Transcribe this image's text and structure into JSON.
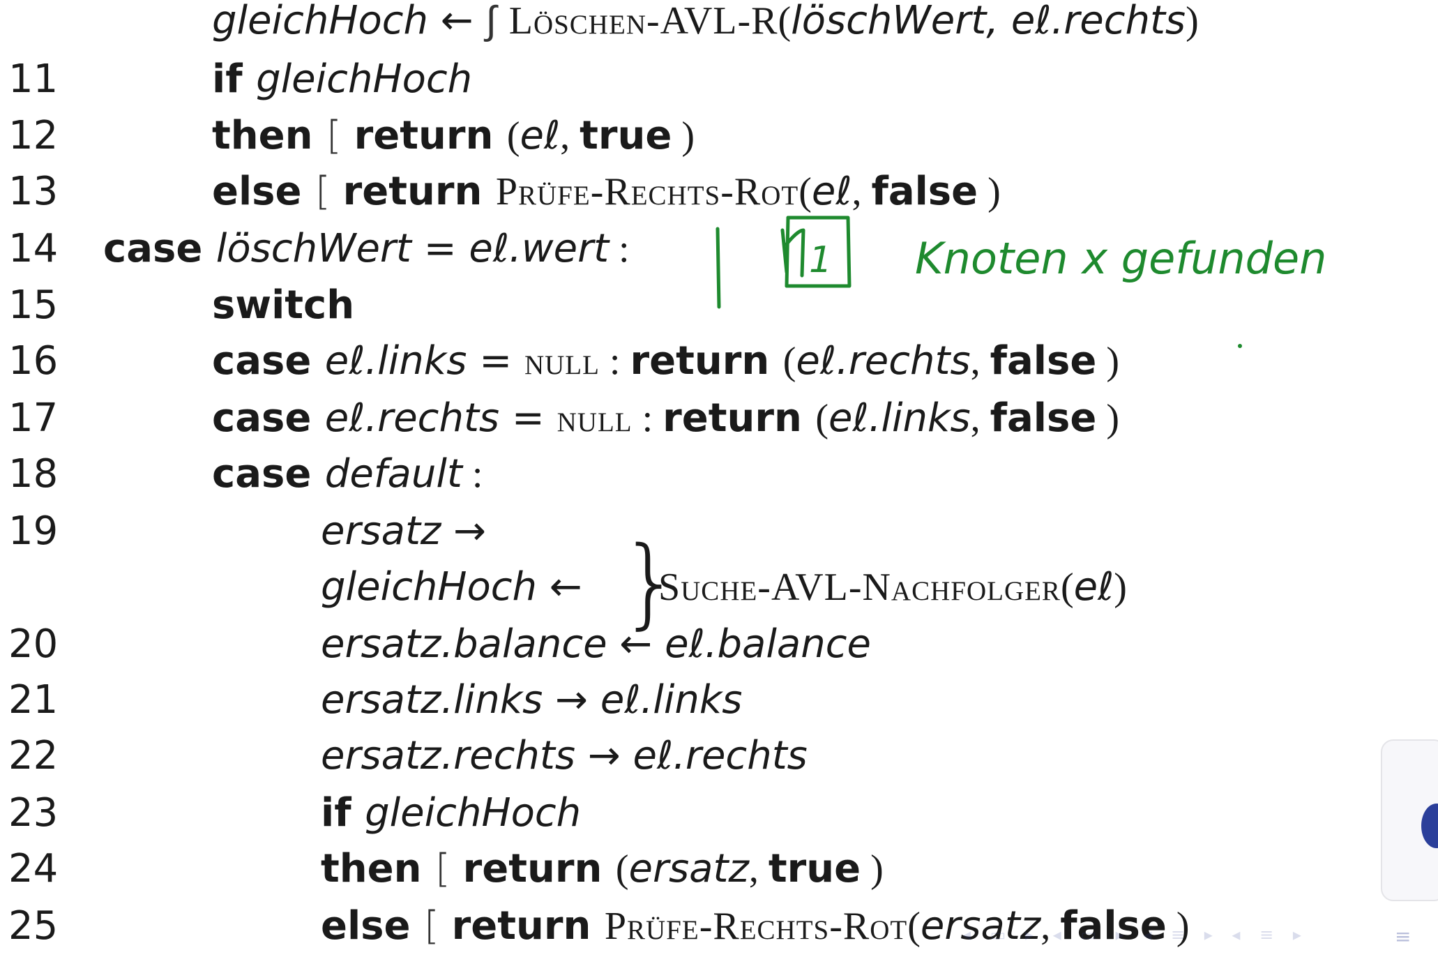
{
  "lines": [
    {
      "num": "",
      "segs": [
        [
          "it",
          "gleichHoch"
        ],
        [
          "sym",
          " ← "
        ],
        [
          "brack",
          "∫ "
        ],
        [
          "sc",
          "Löschen-AVL-R"
        ],
        [
          "rm",
          "("
        ],
        [
          "it",
          "löschWert, eℓ.rechts"
        ],
        [
          "rm",
          ")"
        ]
      ]
    },
    {
      "num": "11",
      "segs": [
        [
          "kw",
          "if "
        ],
        [
          "it",
          "gleichHoch"
        ]
      ]
    },
    {
      "num": "12",
      "segs": [
        [
          "kw",
          "then "
        ],
        [
          "brack",
          "[ "
        ],
        [
          "kw",
          "return "
        ],
        [
          "rm",
          "("
        ],
        [
          "it",
          "eℓ"
        ],
        [
          "rm",
          ", "
        ],
        [
          "kw",
          "true"
        ],
        [
          "rm",
          " )"
        ]
      ]
    },
    {
      "num": "13",
      "segs": [
        [
          "kw",
          "else  "
        ],
        [
          "brack",
          "[ "
        ],
        [
          "kw",
          "return "
        ],
        [
          "sc",
          "Prüfe-Rechts-Rot"
        ],
        [
          "rm",
          "("
        ],
        [
          "it",
          "eℓ"
        ],
        [
          "rm",
          ", "
        ],
        [
          "kw",
          "false"
        ],
        [
          "rm",
          " )"
        ]
      ]
    },
    {
      "num": "14",
      "segs": [
        [
          "kw",
          "case "
        ],
        [
          "it",
          "löschWert"
        ],
        [
          "sym",
          " = "
        ],
        [
          "it",
          "eℓ.wert"
        ],
        [
          "rm",
          " :"
        ]
      ]
    },
    {
      "num": "15",
      "segs": [
        [
          "kw",
          "switch"
        ]
      ]
    },
    {
      "num": "16",
      "segs": [
        [
          "kw",
          "case "
        ],
        [
          "it",
          "eℓ.links"
        ],
        [
          "sym",
          " = "
        ],
        [
          "sc",
          "null"
        ],
        [
          "rm",
          " :   "
        ],
        [
          "kw",
          "return "
        ],
        [
          "rm",
          "("
        ],
        [
          "it",
          "eℓ.rechts"
        ],
        [
          "rm",
          ", "
        ],
        [
          "kw",
          "false"
        ],
        [
          "rm",
          " )"
        ]
      ]
    },
    {
      "num": "17",
      "segs": [
        [
          "kw",
          "case "
        ],
        [
          "it",
          "eℓ.rechts"
        ],
        [
          "sym",
          " = "
        ],
        [
          "sc",
          "null"
        ],
        [
          "rm",
          " :   "
        ],
        [
          "kw",
          "return "
        ],
        [
          "rm",
          "("
        ],
        [
          "it",
          "eℓ.links"
        ],
        [
          "rm",
          ", "
        ],
        [
          "kw",
          "false"
        ],
        [
          "rm",
          " )"
        ]
      ]
    },
    {
      "num": "18",
      "segs": [
        [
          "kw",
          "case "
        ],
        [
          "it",
          "default"
        ],
        [
          "rm",
          " :"
        ]
      ]
    },
    {
      "num": "19",
      "segs": [
        [
          "it",
          "ersatz"
        ],
        [
          "sym",
          " →"
        ]
      ]
    },
    {
      "num": "",
      "segs": [
        [
          "it",
          "gleichHoch"
        ],
        [
          "sym",
          " ←"
        ]
      ]
    },
    {
      "num": "20",
      "segs": [
        [
          "it",
          "ersatz.balance"
        ],
        [
          "sym",
          " ← "
        ],
        [
          "it",
          "eℓ.balance"
        ]
      ]
    },
    {
      "num": "21",
      "segs": [
        [
          "it",
          "ersatz.links"
        ],
        [
          "sym",
          " → "
        ],
        [
          "it",
          "eℓ.links"
        ]
      ]
    },
    {
      "num": "22",
      "segs": [
        [
          "it",
          "ersatz.rechts"
        ],
        [
          "sym",
          " → "
        ],
        [
          "it",
          "eℓ.rechts"
        ]
      ]
    },
    {
      "num": "23",
      "segs": [
        [
          "kw",
          "if "
        ],
        [
          "it",
          "gleichHoch"
        ]
      ]
    },
    {
      "num": "24",
      "segs": [
        [
          "kw",
          "then "
        ],
        [
          "brack",
          "[ "
        ],
        [
          "kw",
          "return "
        ],
        [
          "rm",
          "("
        ],
        [
          "it",
          "ersatz"
        ],
        [
          "rm",
          ", "
        ],
        [
          "kw",
          "true"
        ],
        [
          "rm",
          " )"
        ]
      ]
    },
    {
      "num": "25",
      "segs": [
        [
          "kw",
          "else  "
        ],
        [
          "brack",
          "[ "
        ],
        [
          "kw",
          "return "
        ],
        [
          "sc",
          "Prüfe-Rechts-Rot"
        ],
        [
          "rm",
          "("
        ],
        [
          "it",
          "ersatz"
        ],
        [
          "rm",
          ", "
        ],
        [
          "kw",
          "false"
        ],
        [
          "rm",
          " )"
        ]
      ]
    }
  ],
  "brace_call": {
    "name": "Suche-AVL-Nachfolger",
    "arg": "eℓ"
  },
  "annotation": {
    "number": "1",
    "text": "Knoten x gefunden",
    "color": "#1e8a2e"
  },
  "colors": {
    "text": "#1a1a1a",
    "annotation": "#1e8a2e"
  }
}
